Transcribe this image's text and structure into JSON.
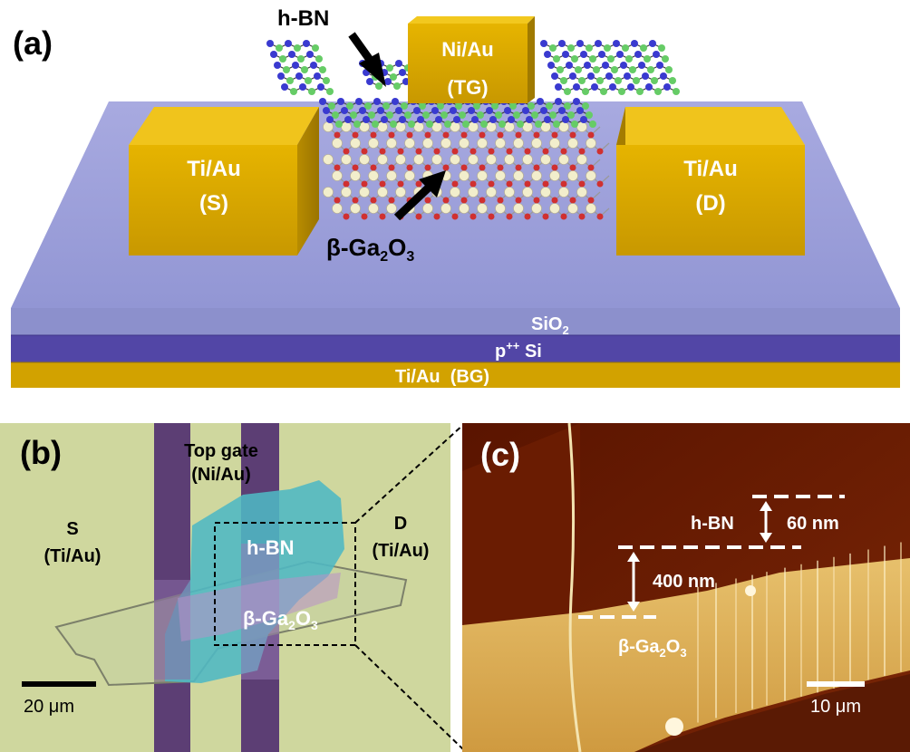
{
  "panel_a": {
    "label": "(a)",
    "hbn": "h-BN",
    "top_contact": {
      "line1": "Ni/Au",
      "line2": "(TG)"
    },
    "source": {
      "line1": "Ti/Au",
      "line2": "(S)"
    },
    "drain": {
      "line1": "Ti/Au",
      "line2": "(D)"
    },
    "ga2o3": {
      "prefix": "β-Ga",
      "sub1": "2",
      "mid": "O",
      "sub2": "3"
    },
    "sio2": {
      "main": "SiO",
      "sub": "2"
    },
    "psi": {
      "p": "p",
      "sup": "++",
      "rest": " Si"
    },
    "bg": "Ti/Au  (BG)",
    "colors": {
      "gold": "#e0b000",
      "substrate_top": "#9ea0dc",
      "sio2": "#8a8fcc",
      "si": "#5548a8",
      "bn_n": "#3a3ad0",
      "bn_b": "#66cc66",
      "ga": "#f2eecc",
      "o": "#d03030"
    }
  },
  "panel_b": {
    "label": "(b)",
    "top_gate": {
      "line1": "Top gate",
      "line2": "(Ni/Au)"
    },
    "source": {
      "line1": "S",
      "line2": "(Ti/Au)"
    },
    "drain": {
      "line1": "D",
      "line2": "(Ti/Au)"
    },
    "hbn": "h-BN",
    "ga2o3": {
      "prefix": "β-Ga",
      "sub1": "2",
      "mid": "O",
      "sub2": "3"
    },
    "scale_bar": "20 μm",
    "colors": {
      "background": "#cfd79e",
      "gate": "#5c3e74",
      "hbn": "#4fb8c4"
    }
  },
  "panel_c": {
    "label": "(c)",
    "hbn": "h-BN",
    "hbn_thickness": "60 nm",
    "ga2o3_thickness": "400 nm",
    "ga2o3": {
      "prefix": "β-Ga",
      "sub1": "2",
      "mid": "O",
      "sub2": "3"
    },
    "scale_bar": "10 μm",
    "colors": {
      "dark": "#6a1a00",
      "bright": "#e8c070"
    }
  }
}
